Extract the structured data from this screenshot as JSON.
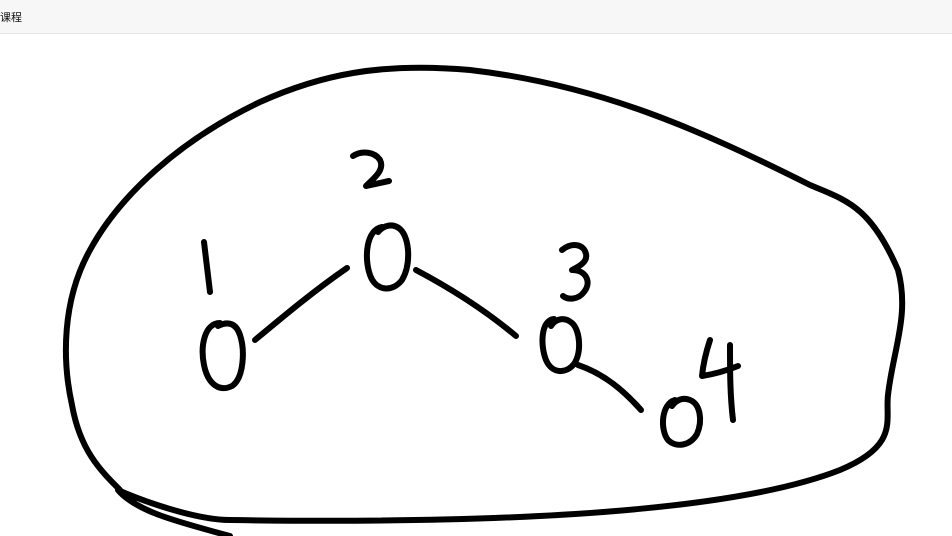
{
  "window": {
    "title": "课程"
  },
  "drawing": {
    "stroke_color": "#000000",
    "background_color": "#ffffff",
    "node_labels": [
      "1",
      "2",
      "3",
      "4"
    ]
  }
}
